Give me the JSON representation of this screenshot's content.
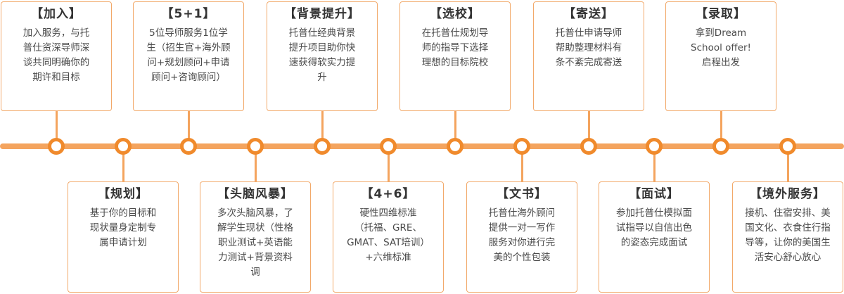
{
  "colors": {
    "accent": "#f08a2c",
    "line": "#f4a45e",
    "border": "#f2a96a"
  },
  "top_steps": [
    {
      "title": "【加入】",
      "lines": [
        "加入服务，与托",
        "普仕资深导师深",
        "谈共同明确你的",
        "期许和目标"
      ]
    },
    {
      "title": "【5+1】",
      "lines": [
        "5位导师服务1位学",
        "生（招生官+海外顾",
        "问+规划顾问+申请",
        "顾问+咨询顾问）"
      ]
    },
    {
      "title": "【背景提升】",
      "lines": [
        "托普仕经典背景",
        "提升项目助你快",
        "速获得软实力提",
        "升"
      ]
    },
    {
      "title": "【选校】",
      "lines": [
        "在托普仕规划导",
        "师的指导下选择",
        "理想的目标院校"
      ]
    },
    {
      "title": "【寄送】",
      "lines": [
        "托普仕申请导师",
        "帮助整理材料有",
        "条不紊完成寄送"
      ]
    },
    {
      "title": "【录取】",
      "lines": [
        "拿到Dream",
        "School offer!",
        "启程出发"
      ]
    }
  ],
  "bottom_steps": [
    {
      "title": "【规划】",
      "lines": [
        "基于你的目标和",
        "现状量身定制专",
        "属申请计划"
      ]
    },
    {
      "title": "【头脑风暴】",
      "lines": [
        "多次头脑风暴，了",
        "解学生现状（性格",
        "职业测试+英语能",
        "力测试+背景资料",
        "调"
      ]
    },
    {
      "title": "【4+6】",
      "lines": [
        "硬性四维标准",
        "（托福、GRE、",
        "GMAT、SAT培训）",
        "+六维标准"
      ]
    },
    {
      "title": "【文书】",
      "lines": [
        "托普仕海外顾问",
        "提供一对一写作",
        "服务对你进行完",
        "美的个性包装"
      ]
    },
    {
      "title": "【面试】",
      "lines": [
        "参加托普仕模拟面",
        "试指导以自信出色",
        "的姿态完成面试"
      ]
    },
    {
      "title": "【境外服务】",
      "lines": [
        "接机、住宿安排、美",
        "国文化、衣食住行指",
        "导等，让你的美国生",
        "活安心舒心放心"
      ]
    }
  ]
}
